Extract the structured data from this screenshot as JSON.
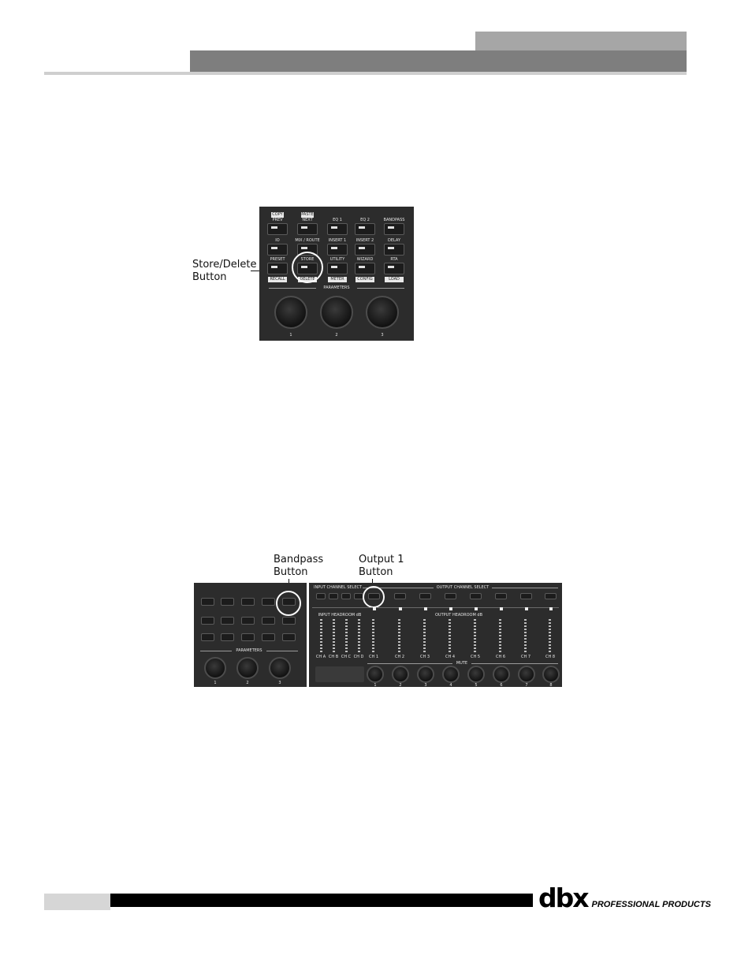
{
  "figure1": {
    "callout": {
      "line1": "Store/Delete",
      "line2": "Button"
    },
    "panel": {
      "top_labels": [
        "COPY",
        "PASTE"
      ],
      "row1": [
        "PREV",
        "NEXT",
        "EQ 1",
        "EQ 2",
        "BANDPASS"
      ],
      "row2": [
        "IO",
        "MIX / ROUTE",
        "INSERT 1",
        "INSERT 2",
        "DELAY"
      ],
      "row3": [
        "PRESET",
        "STORE",
        "UTILITY",
        "WIZARD",
        "RTA"
      ],
      "bottom_labels": [
        "RECALL",
        "DELETE",
        "METER",
        "CONFIG",
        "LOAD"
      ],
      "section_label": "PARAMETERS",
      "knob_numbers": [
        "1",
        "2",
        "3"
      ]
    }
  },
  "figure2": {
    "callout_left": {
      "line1": "Bandpass",
      "line2": "Button"
    },
    "callout_right": {
      "line1": "Output 1",
      "line2": "Button"
    },
    "panel": {
      "section_label": "PARAMETERS",
      "knob_numbers": [
        "1",
        "2",
        "3"
      ],
      "input_section": "INPUT CHANNEL SELECT",
      "output_section": "OUTPUT CHANNEL SELECT",
      "input_meters_label": "INPUT HEADROOM dB",
      "output_meters_label": "OUTPUT HEADROOM dB",
      "mute_label": "MUTE",
      "input_channels": [
        "CH A",
        "CH B",
        "CH C",
        "CH D"
      ],
      "output_channels": [
        "CH 1",
        "CH 2",
        "CH 3",
        "CH 4",
        "CH 5",
        "CH 6",
        "CH 7",
        "CH 8"
      ],
      "output_numbers": [
        "1",
        "2",
        "3",
        "4",
        "5",
        "6",
        "7",
        "8"
      ]
    }
  },
  "footer": {
    "logo_mark": "dbx",
    "logo_text": "PROFESSIONAL PRODUCTS"
  }
}
